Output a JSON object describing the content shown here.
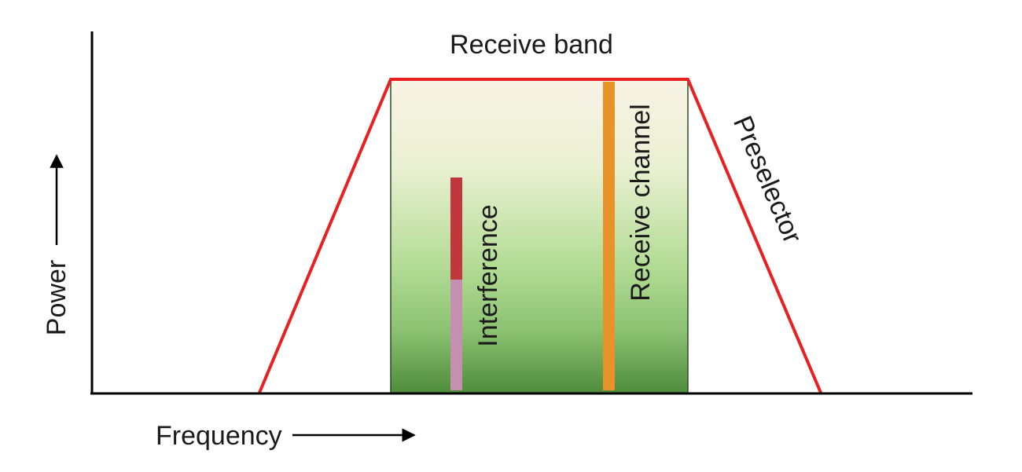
{
  "labels": {
    "receive_band": "Receive band",
    "receive_channel": "Receive channel",
    "interference": "Interference",
    "preselector": "Preselector",
    "power_axis": "Power",
    "frequency_axis": "Frequency"
  },
  "colors": {
    "preselector_line": "#e8201f",
    "receive_channel_bar": "#e8922a",
    "interference_top": "#c0373e",
    "interference_bottom": "#c48fb0",
    "band_fill_top": "#f8f3e5",
    "band_fill_mid": "#b2db94",
    "band_fill_bottom": "#4e8c3c",
    "axis": "#000000"
  }
}
